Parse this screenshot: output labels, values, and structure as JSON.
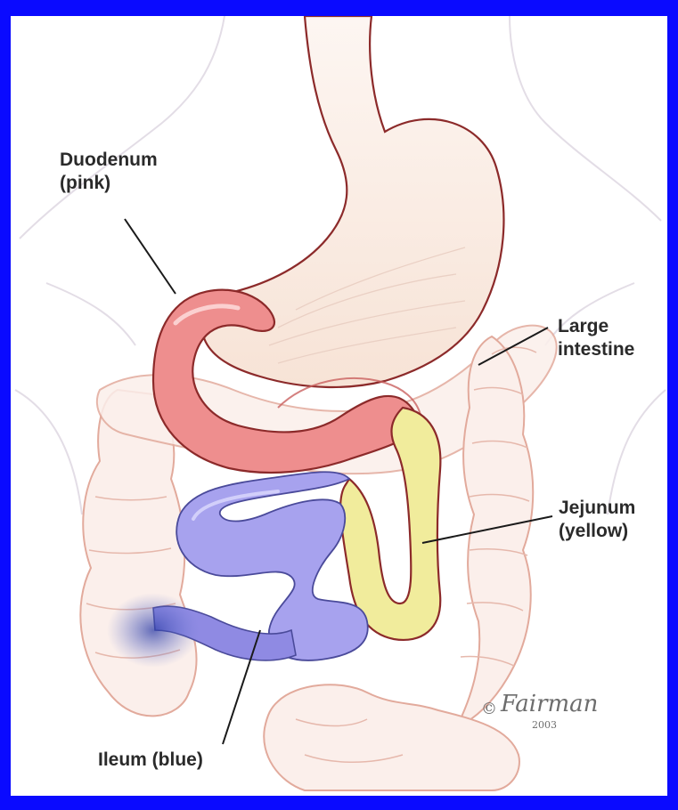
{
  "labels": {
    "duodenum": {
      "line1": "Duodenum",
      "line2": "(pink)"
    },
    "large_intestine": {
      "line1": "Large",
      "line2": "intestine"
    },
    "jejunum": {
      "line1": "Jejunum",
      "line2": "(yellow)"
    },
    "ileum": {
      "line1": "Ileum (blue)"
    }
  },
  "signature": {
    "copyright": "©",
    "name": "Fairman",
    "year": "2003"
  },
  "colors": {
    "border": "#0a0aff",
    "duodenum": "#ee8e8e",
    "jejunum": "#f1ec9c",
    "ileum": "#a7a2ee",
    "outline": "#8c2a2a",
    "large_intestine": "#e8b4aa",
    "label_text": "#2a2a2a"
  }
}
